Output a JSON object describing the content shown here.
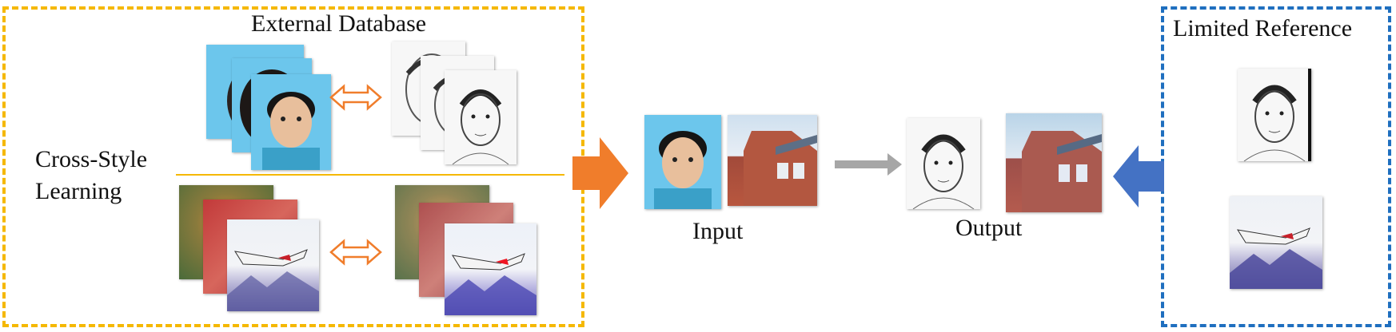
{
  "labels": {
    "external_database": "External Database",
    "cross_style": "Cross-Style",
    "learning": "Learning",
    "input": "Input",
    "output": "Output",
    "limited_reference": "Limited Reference"
  },
  "colors": {
    "yellow": "#f5b800",
    "blue": "#1f6fbf",
    "orange_arrow": "#f07d2b",
    "blue_arrow": "#4472c4",
    "gray_arrow": "#a6a6a6",
    "double_arrow": "#f07d2b"
  }
}
